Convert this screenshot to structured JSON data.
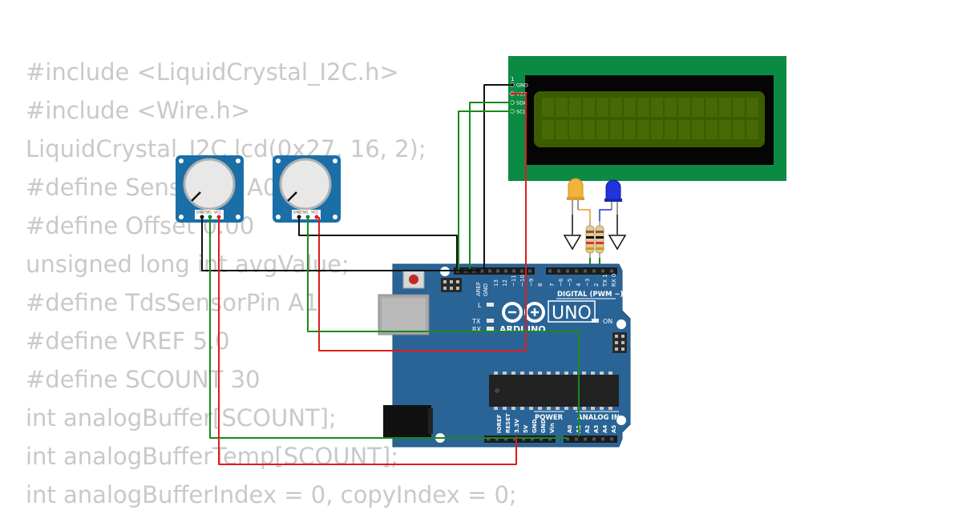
{
  "background_code": [
    "#include <LiquidCrystal_I2C.h>",
    "#include <Wire.h>",
    "LiquidCrystal_I2C lcd(0x27, 16, 2);",
    "#define SensorPin A0",
    "#define Offset 0.00",
    "unsigned long int avgValue;",
    "#define TdsSensorPin A1",
    "#define VREF 5.0",
    "#define SCOUNT 30",
    "int analogBuffer[SCOUNT];",
    "int analogBufferTemp[SCOUNT];",
    "int analogBufferIndex = 0, copyIndex = 0;"
  ],
  "lcd": {
    "pin_one_label": "1",
    "pins": [
      "GND",
      "VCC",
      "SDA",
      "SCL"
    ],
    "board_color": "#0b8a44",
    "backlight_color": "#3c5c00"
  },
  "potentiometers": [
    {
      "pin_labels": [
        "GND",
        "SIG",
        "VCC"
      ]
    },
    {
      "pin_labels": [
        "GND",
        "SIG",
        "VCC"
      ]
    }
  ],
  "leds": [
    {
      "color": "#f0b43c"
    },
    {
      "color": "#2233dd"
    }
  ],
  "arduino": {
    "board_color": "#2a6496",
    "logo_text": "ARDUINO",
    "model": "UNO",
    "digital_header_label": "DIGITAL (PWM ~)",
    "aref_label": "AREF",
    "gnd_label": "GND",
    "digital_pins": [
      "13",
      "12",
      "~11",
      "~10",
      "~9",
      "8",
      "7",
      "~6",
      "~5",
      "4",
      "~3",
      "2",
      "TX 1",
      "RX 0"
    ],
    "led_l": "L",
    "led_tx": "TX",
    "led_rx": "RX",
    "on_label": "ON",
    "power_label": "POWER",
    "analog_label": "ANALOG IN",
    "power_pins": [
      "IOREF",
      "RESET",
      "3.3V",
      "5V",
      "GND",
      "GND",
      "Vin"
    ],
    "analog_pins": [
      "A0",
      "A1",
      "A2",
      "A3",
      "A4",
      "A5"
    ]
  },
  "wire_colors": {
    "black": "#111111",
    "red": "#e01b1b",
    "green": "#1a8a1a"
  }
}
